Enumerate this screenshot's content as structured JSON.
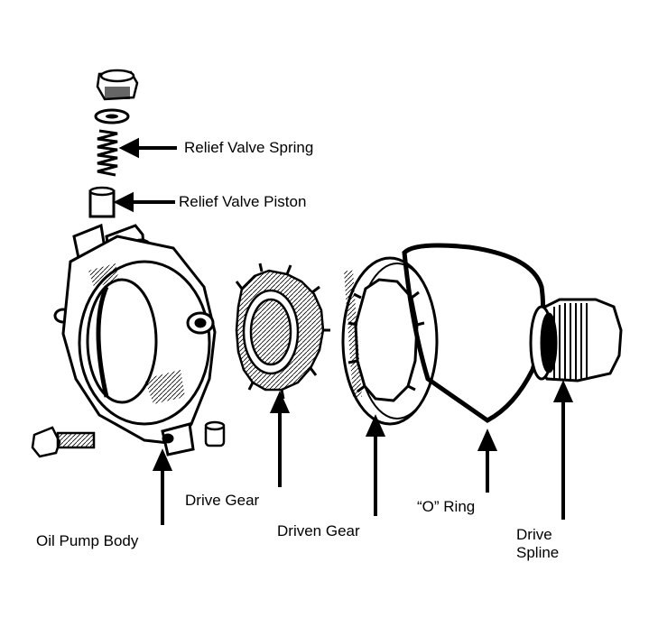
{
  "labels": {
    "relief_valve_spring": "Relief Valve Spring",
    "relief_valve_piston": "Relief Valve Piston",
    "drive_gear": "Drive Gear",
    "oil_pump_body": "Oil Pump Body",
    "driven_gear": "Driven Gear",
    "o_ring": "“O” Ring",
    "drive_spline_line1": "Drive",
    "drive_spline_line2": "Spline"
  },
  "colors": {
    "ink": "#000000",
    "paper": "#ffffff"
  }
}
